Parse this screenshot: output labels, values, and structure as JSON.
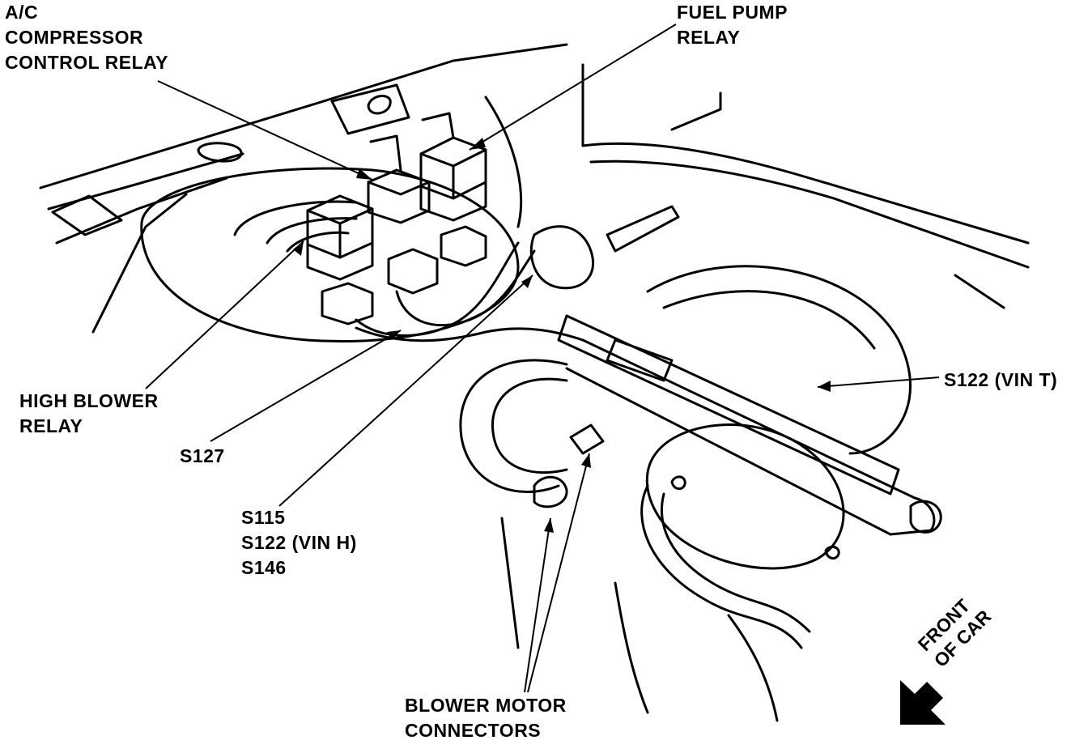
{
  "labels": {
    "ac_relay": [
      "A/C",
      "COMPRESSOR",
      "CONTROL RELAY"
    ],
    "fuel_pump_relay": [
      "FUEL PUMP",
      "RELAY"
    ],
    "high_blower_relay": [
      "HIGH BLOWER",
      "RELAY"
    ],
    "s127": "S127",
    "s115_group": [
      "S115",
      "S122  (VIN H)",
      "S146"
    ],
    "s122_vin_t": "S122  (VIN T)",
    "blower_motor_connectors": [
      "BLOWER MOTOR",
      "CONNECTORS"
    ],
    "front_of_car": [
      "FRONT",
      "OF CAR"
    ]
  },
  "colors": {
    "ink": "#000000",
    "paper": "#ffffff"
  }
}
